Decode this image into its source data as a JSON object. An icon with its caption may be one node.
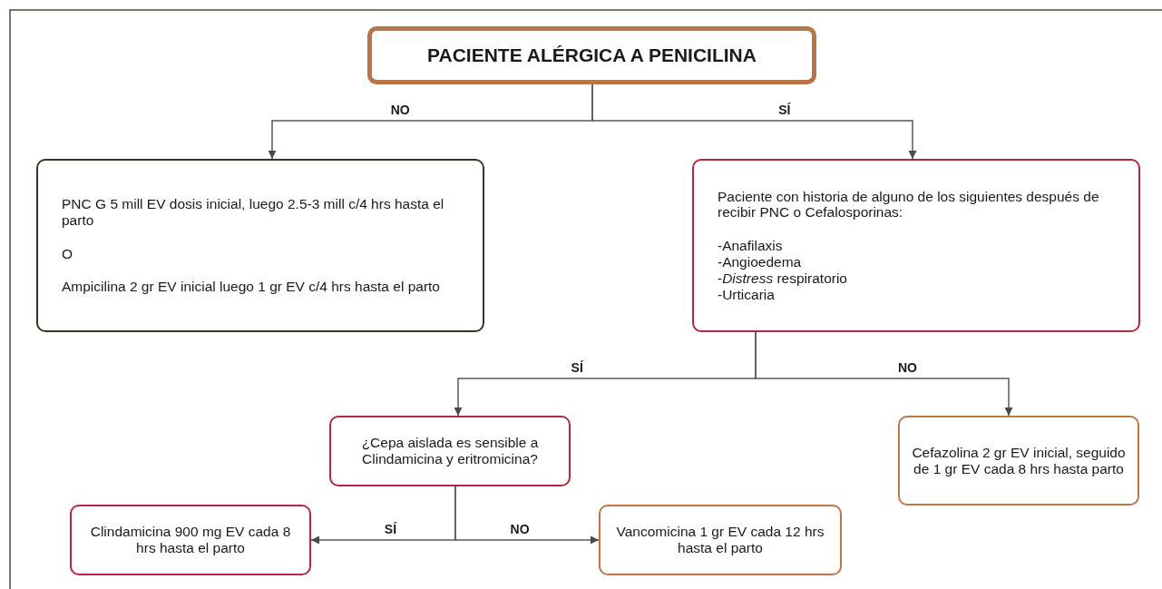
{
  "diagram": {
    "nodes": [
      {
        "text": [
          "PACIENTE ALÉRGICA A PENICILINA"
        ]
      },
      {
        "text": [
          "PNC G 5 mill EV dosis inicial, luego 2.5-3 mill c/4 hrs hasta el parto",
          "O",
          "Ampicilina 2 gr EV inicial luego 1 gr EV c/4 hrs hasta el parto"
        ]
      },
      {
        "text": [
          "Paciente con historia de alguno de los siguientes después de recibir PNC o Cefalosporinas:",
          "-Anafilaxis",
          "-Angioedema",
          "-*Distress* respiratorio",
          "-Urticaria"
        ]
      },
      {
        "text": [
          "¿Cepa aislada es sensible a Clindamicina y eritromicina?"
        ]
      },
      {
        "text": [
          "Cefazolina 2 gr EV inicial, seguido de 1 gr EV cada 8 hrs hasta parto"
        ]
      },
      {
        "text": [
          "Clindamicina 900 mg EV cada 8 hrs hasta el parto"
        ]
      },
      {
        "text": [
          "Vancomicina 1 gr EV cada 12 hrs hasta el parto"
        ]
      }
    ],
    "edges": [
      {
        "from": 0,
        "to": 1,
        "arrow": "to",
        "label": "NO"
      },
      {
        "from": 0,
        "to": 2,
        "arrow": "to",
        "label": "SÍ"
      },
      {
        "from": 2,
        "to": 3,
        "arrow": "to",
        "label": "SÍ"
      },
      {
        "from": 2,
        "to": 4,
        "arrow": "to",
        "label": "NO"
      },
      {
        "from": 3,
        "to": 5,
        "arrow": "to",
        "label": "SÍ"
      },
      {
        "from": 3,
        "to": 6,
        "arrow": "to",
        "label": "NO"
      }
    ]
  }
}
